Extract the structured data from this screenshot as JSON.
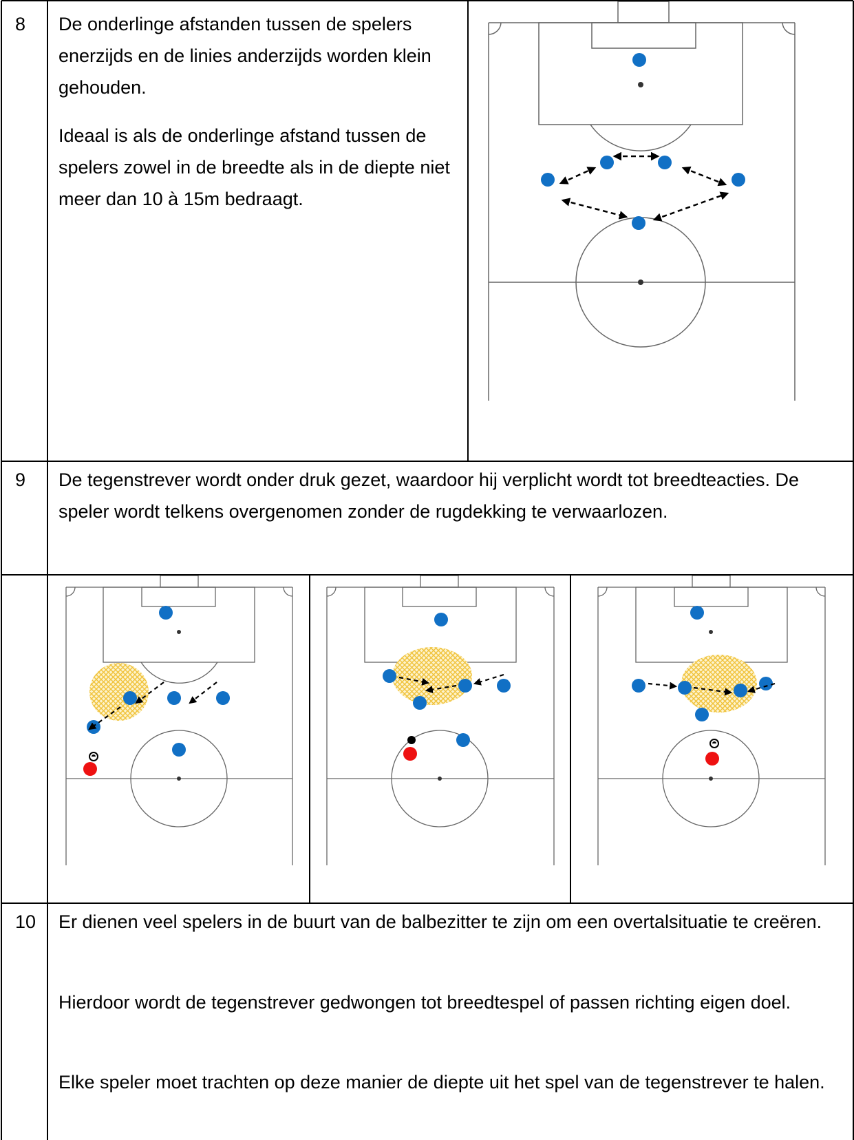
{
  "rows": [
    {
      "number": "8",
      "paragraphs": [
        "De onderlinge afstanden tussen de spelers enerzijds en de linies anderzijds worden klein gehouden.",
        "Ideaal is als de onderlinge afstand tussen de spelers zowel in de breedte als in de diepte niet meer dan 10 à 15m bedraagt."
      ]
    },
    {
      "number": "9",
      "paragraphs": [
        "De tegenstrever wordt onder druk gezet, waardoor hij verplicht wordt tot breedteacties. De speler wordt telkens overgenomen zonder de rugdekking te verwaarlozen."
      ]
    },
    {
      "number": "10",
      "paragraphs": [
        "Er dienen veel spelers in de buurt van de balbezitter te zijn om een overtalsituatie  te creëren.",
        "Hierdoor wordt de tegenstrever gedwongen tot breedtespel of passen richting eigen doel.",
        "Elke speler moet trachten op deze manier de diepte uit het spel van de tegenstrever te halen."
      ]
    }
  ],
  "colors": {
    "team_player": "#1170c5",
    "opponent": "#ee1111",
    "ball": "#000000",
    "pressure_zone": "#f5cc52",
    "pitch_line": "#666666",
    "grid_line": "#000000"
  },
  "icons": [
    "soccer-pitch",
    "player-dot",
    "arrow",
    "ball-icon",
    "pressure-zone"
  ]
}
